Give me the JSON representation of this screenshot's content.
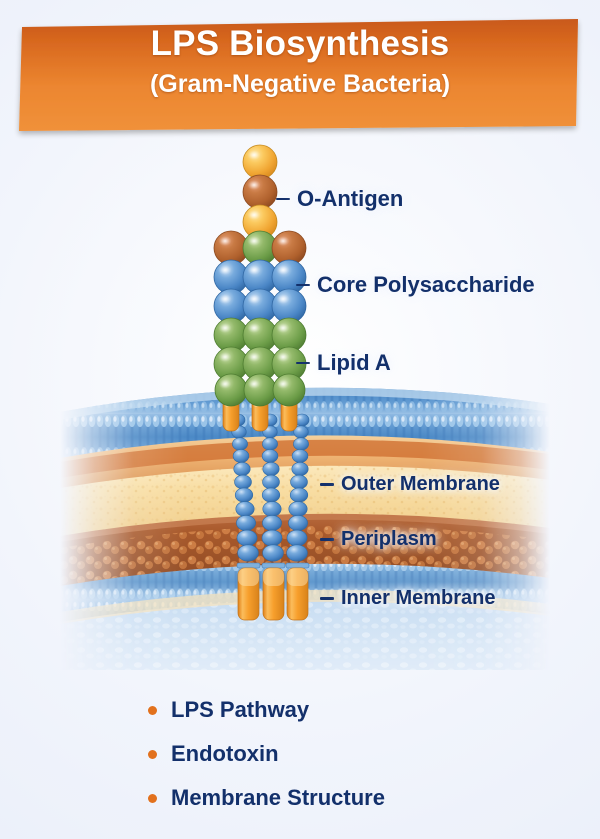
{
  "header": {
    "title": "LPS Biosynthesis",
    "subtitle": "(Gram-Negative Bacteria)",
    "gradient_top": "#cf5f1d",
    "gradient_bottom": "#f08a33",
    "text_color": "#ffffff"
  },
  "diagram": {
    "type": "lps-structure",
    "text_color": "#13306b",
    "labels": [
      {
        "id": "o-antigen",
        "text": "O-Antigen"
      },
      {
        "id": "core-polysaccharide",
        "text": "Core Polysaccharide"
      },
      {
        "id": "lipid-a",
        "text": "Lipid A"
      },
      {
        "id": "outer-membrane",
        "text": "Outer Membrane"
      },
      {
        "id": "periplasm",
        "text": "Periplasm"
      },
      {
        "id": "inner-membrane",
        "text": "Inner Membrane"
      }
    ],
    "colors": {
      "sphere_amber": "#f3ae3e",
      "sphere_brown": "#b4622e",
      "sphere_green": "#6fa04c",
      "sphere_blue": "#4f8fcc",
      "lipid_tail_orange": "#f59d29",
      "membrane_blue": "#5b93cd",
      "periplasm_cream": "#f7dca3",
      "periplasm_rust": "#b5602f",
      "cytoplasm_blue": "#cfe0f2",
      "background": "#e8edf9"
    },
    "structure": {
      "o_antigen_column": [
        "amber",
        "brown",
        "amber"
      ],
      "core_rows": [
        [
          "brown",
          "green",
          "brown"
        ],
        [
          "blue",
          "blue",
          "blue"
        ],
        [
          "blue",
          "blue",
          "blue"
        ]
      ],
      "lipid_a_rows": [
        [
          "green",
          "green",
          "green"
        ],
        [
          "green",
          "green",
          "green"
        ],
        [
          "green",
          "green",
          "green"
        ]
      ],
      "layers_top_to_bottom": [
        "outer membrane (blue bilayer)",
        "tan band",
        "periplasm cream",
        "rust granular band",
        "inner membrane (blue bilayer)",
        "cytoplasm"
      ]
    }
  },
  "bullets": [
    {
      "id": "lps-pathway",
      "text": "LPS Pathway"
    },
    {
      "id": "endotoxin",
      "text": "Endotoxin"
    },
    {
      "id": "membrane-structure",
      "text": "Membrane Structure"
    }
  ],
  "bullet_dot_color": "#e2711d"
}
